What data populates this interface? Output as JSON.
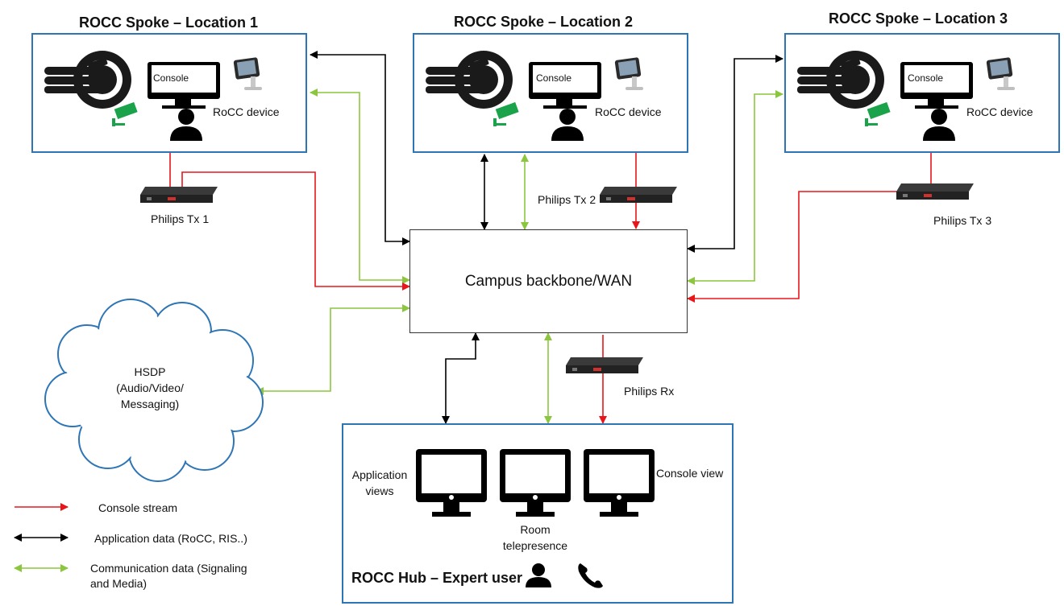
{
  "spokes": [
    {
      "title": "ROCC Spoke  – Location 1",
      "console_label": "Console",
      "device_label": "RoCC device",
      "tx_label": "Philips Tx 1"
    },
    {
      "title": "ROCC Spoke – Location 2",
      "console_label": "Console",
      "device_label": "RoCC device",
      "tx_label": "Philips Tx 2"
    },
    {
      "title": "ROCC Spoke – Location 3",
      "console_label": "Console",
      "device_label": "RoCC device",
      "tx_label": "Philips Tx 3"
    }
  ],
  "wan_label": "Campus backbone/WAN",
  "hsdp": {
    "line1": "HSDP",
    "line2": "(Audio/Video/",
    "line3": "Messaging)"
  },
  "rx_label": "Philips Rx",
  "hub": {
    "title": "ROCC Hub – Expert user",
    "app_views_line1": "Application",
    "app_views_line2": "views",
    "room_line1": "Room",
    "room_line2": "telepresence",
    "console_view": "Console view"
  },
  "legend": {
    "console_stream": "Console stream",
    "application_data": "Application data (RoCC, RIS..)",
    "communication_line1": "Communication data (Signaling",
    "communication_line2": "and Media)"
  },
  "colors": {
    "console_stream": "#e8161b",
    "application_data": "#000000",
    "communication_data": "#8cc63f",
    "box_border": "#2e75b6",
    "camera_green": "#1aa34a"
  }
}
